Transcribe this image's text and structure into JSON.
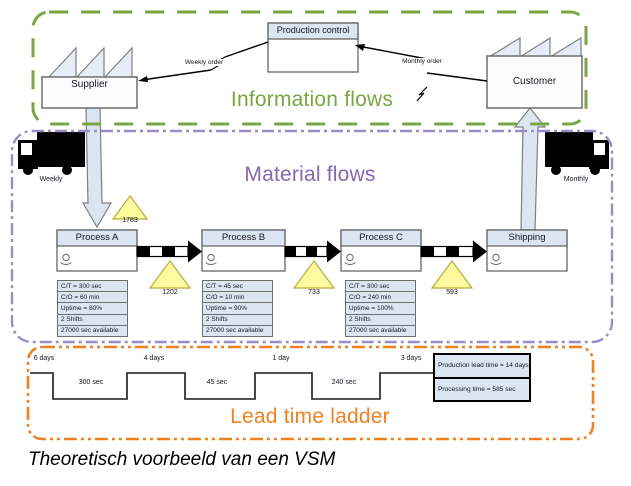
{
  "diagram": {
    "caption": "Theoretisch voorbeeld van een VSM",
    "sections": {
      "information": {
        "title": "Information flows",
        "color": "#79A642"
      },
      "material": {
        "title": "Material flows",
        "color": "#8468AE"
      },
      "lead_time": {
        "title": "Lead time ladder",
        "color": "#EF8123"
      }
    },
    "nodes": {
      "production_control": "Production control",
      "supplier": "Supplier",
      "customer": "Customer"
    },
    "info_arrows": {
      "weekly": "Weekly order",
      "monthly": "Monthly order"
    },
    "trucks": {
      "inbound": "Weekly",
      "outbound": "Monthly"
    },
    "processes": [
      {
        "name": "Process A",
        "data": [
          "C/T = 300 sec",
          "C/O = 60 min",
          "Uptime = 80%",
          "2 Shifts",
          "27000 sec available"
        ]
      },
      {
        "name": "Process B",
        "data": [
          "C/T = 45 sec",
          "C/O = 10 min",
          "Uptime = 90%",
          "2 Shifts",
          "27000 sec available"
        ]
      },
      {
        "name": "Process C",
        "data": [
          "C/T = 300 sec",
          "C/O = 240 min",
          "Uptime = 100%",
          "2 Shifts",
          "27000 sec available"
        ]
      },
      {
        "name": "Shipping",
        "data": []
      }
    ],
    "inventory": [
      "1783",
      "1202",
      "733",
      "593"
    ],
    "ladder": {
      "top_labels": [
        "6 days",
        "4 days",
        "1 day",
        "3 days"
      ],
      "bottom_labels": [
        "300 sec",
        "45 sec",
        "240 sec"
      ],
      "summary": [
        "Production lead time = 14 days",
        "Processing time = 585 sec"
      ]
    },
    "colors": {
      "box_fill": "#DCE6F2",
      "inventory_fill": "#FFFB9E"
    }
  }
}
